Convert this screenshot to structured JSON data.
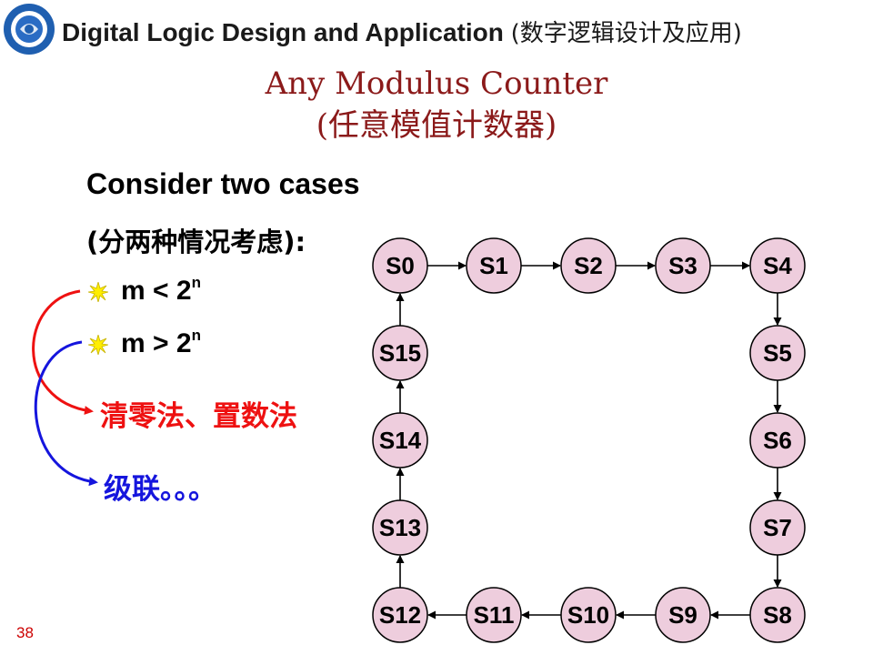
{
  "header": {
    "title_en": "Digital Logic Design and Application",
    "title_cn": "(数字逻辑设计及应用)"
  },
  "slide": {
    "title": "Any Modulus Counter",
    "subtitle": "(任意模值计数器)",
    "intro_en": "Consider two cases",
    "intro_cn": "(分两种情况考虑):",
    "bullets": [
      {
        "base": "m < 2",
        "sup": "n"
      },
      {
        "base": "m > 2",
        "sup": "n"
      }
    ],
    "method_red": "清零法、置数法",
    "method_blue": "级联。。。",
    "page_number": "38"
  },
  "colors": {
    "title": "#8b1a1a",
    "red_method": "#ee1111",
    "blue_method": "#1515dd",
    "state_fill": "#eecddd",
    "bullet": "#ffee00"
  },
  "state_diagram": {
    "states": [
      "S0",
      "S1",
      "S2",
      "S3",
      "S4",
      "S5",
      "S6",
      "S7",
      "S8",
      "S9",
      "S10",
      "S11",
      "S12",
      "S13",
      "S14",
      "S15"
    ],
    "transitions": [
      [
        "S0",
        "S1"
      ],
      [
        "S1",
        "S2"
      ],
      [
        "S2",
        "S3"
      ],
      [
        "S3",
        "S4"
      ],
      [
        "S4",
        "S5"
      ],
      [
        "S5",
        "S6"
      ],
      [
        "S6",
        "S7"
      ],
      [
        "S7",
        "S8"
      ],
      [
        "S8",
        "S9"
      ],
      [
        "S9",
        "S10"
      ],
      [
        "S10",
        "S11"
      ],
      [
        "S11",
        "S12"
      ],
      [
        "S12",
        "S13"
      ],
      [
        "S13",
        "S14"
      ],
      [
        "S14",
        "S15"
      ],
      [
        "S15",
        "S0"
      ]
    ]
  }
}
